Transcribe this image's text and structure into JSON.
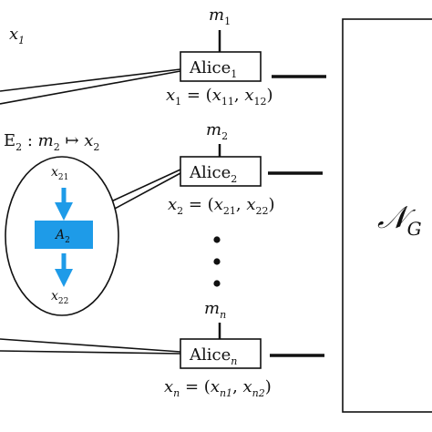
{
  "top_left": {
    "var": "x",
    "sub": "1"
  },
  "encoder_label": {
    "E": "E",
    "E_sub": "2",
    "sep": " : ",
    "m": "m",
    "m_sub": "2",
    "arrow": " ↦ ",
    "x": "x",
    "x_sub": "2"
  },
  "ellipse": {
    "input": {
      "var": "x",
      "sub": "21"
    },
    "block": {
      "var": "A",
      "sub": "2"
    },
    "output": {
      "var": "x",
      "sub": "22"
    },
    "arrow_color": "#1E9BE8",
    "block_color": "#1E9BE8"
  },
  "alices": [
    {
      "msg": {
        "var": "m",
        "sub": "1"
      },
      "name": "Alice",
      "sub": "1",
      "eq": {
        "lhs": "x",
        "lhs_sub": "1",
        "open": " = (",
        "a": "x",
        "a_sub": "11",
        "comma": ", ",
        "b": "x",
        "b_sub": "12",
        "close": ")"
      }
    },
    {
      "msg": {
        "var": "m",
        "sub": "2"
      },
      "name": "Alice",
      "sub": "2",
      "eq": {
        "lhs": "x",
        "lhs_sub": "2",
        "open": " = (",
        "a": "x",
        "a_sub": "21",
        "comma": ", ",
        "b": "x",
        "b_sub": "22",
        "close": ")"
      }
    },
    {
      "msg": {
        "var": "m",
        "sub": "n"
      },
      "name": "Alice",
      "sub": "n",
      "eq": {
        "lhs": "x",
        "lhs_sub": "n",
        "open": " = (",
        "a": "x",
        "a_sub": "n1",
        "comma": ", ",
        "b": "x",
        "b_sub": "n2",
        "close": ")"
      }
    }
  ],
  "channel": {
    "symbol": "𝒩",
    "sub": "G"
  }
}
